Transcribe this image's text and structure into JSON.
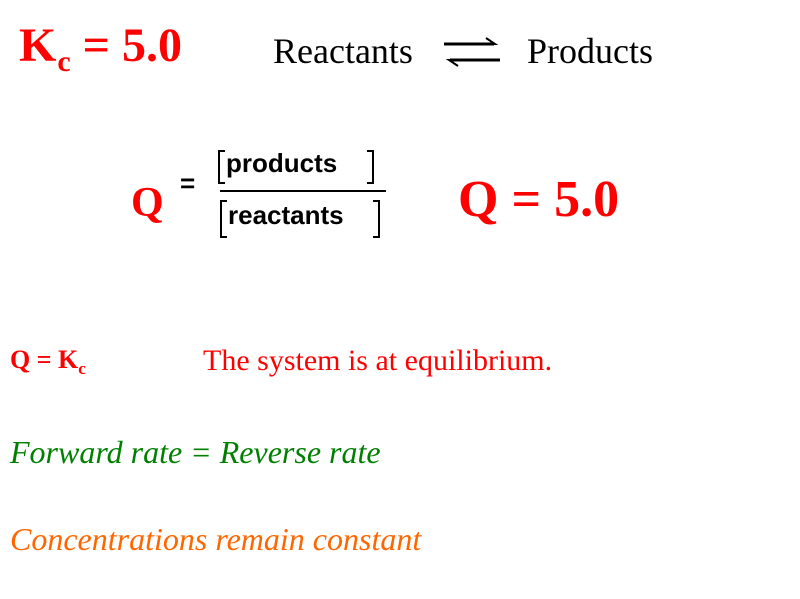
{
  "header": {
    "kc_symbol": "K",
    "kc_subscript": "c",
    "kc_value_text": " = 5.0",
    "reactants": "Reactants",
    "products": "Products",
    "arrow_icon": "equilibrium-arrows-icon"
  },
  "expression": {
    "q_symbol": "Q",
    "equals": "=",
    "numerator": "products",
    "denominator": "reactants",
    "q_value": "Q = 5.0"
  },
  "conclusion": {
    "q_symbol": "Q = K",
    "kc_subscript": "c",
    "statement": "The system is at equilibrium.",
    "rate_statement": "Forward rate = Reverse rate",
    "concentration_statement": "Concentrations remain constant"
  },
  "colors": {
    "accent": "#ff0000",
    "rate": "#008000",
    "concentration": "#ff6600"
  }
}
